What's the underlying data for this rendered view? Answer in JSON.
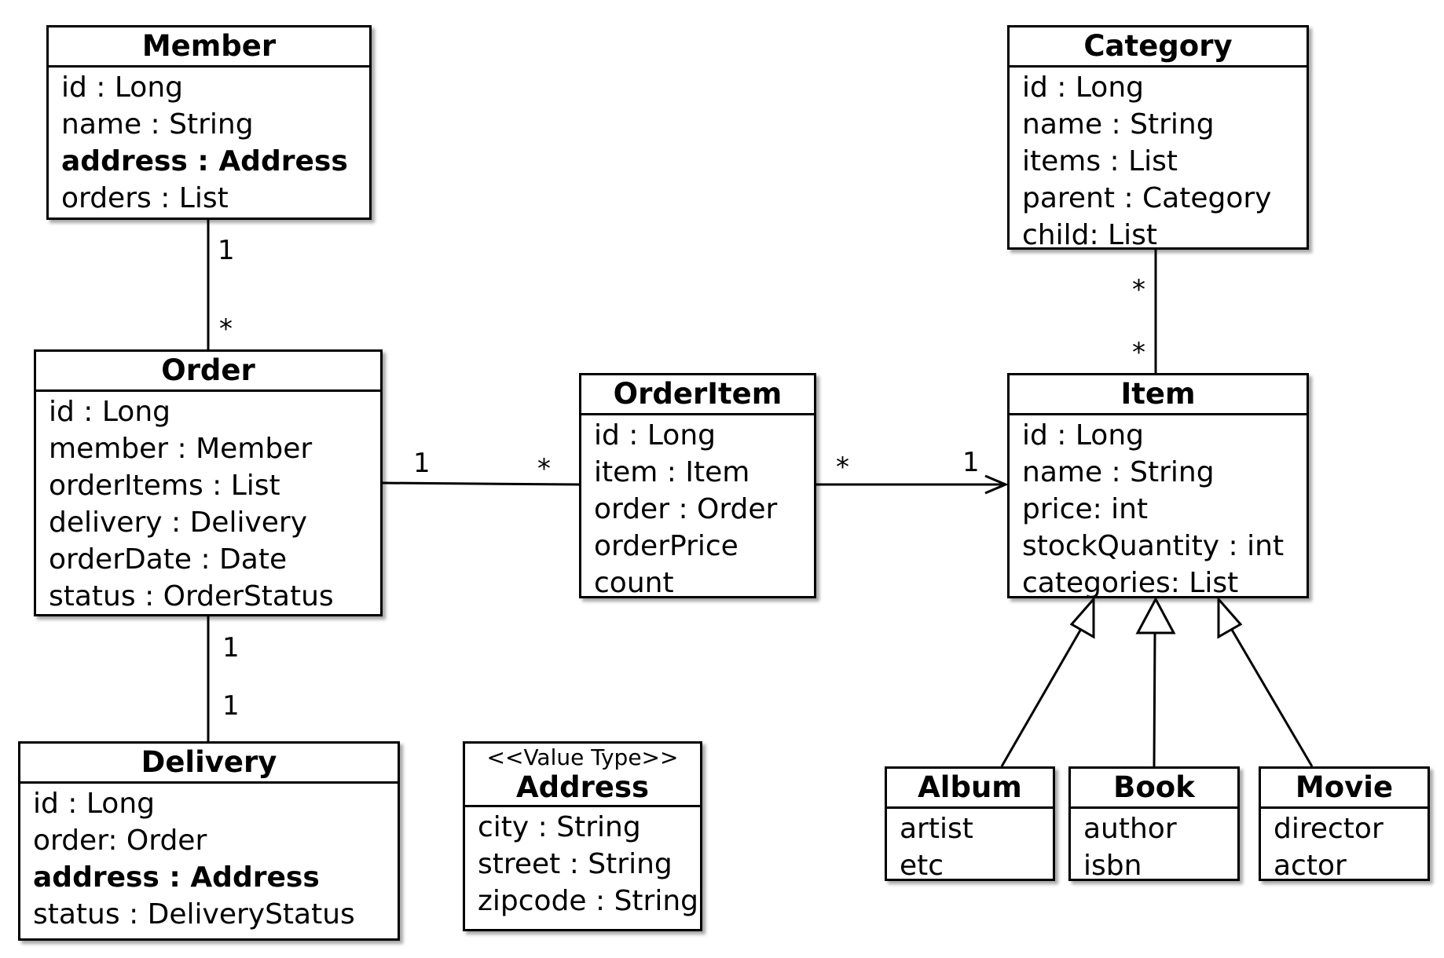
{
  "classes": {
    "member": {
      "name": "Member",
      "attrs": [
        "id : Long",
        "name : String",
        "address : Address",
        "orders : List"
      ]
    },
    "order": {
      "name": "Order",
      "attrs": [
        "id : Long",
        "member : Member",
        "orderItems : List",
        "delivery : Delivery",
        "orderDate : Date",
        "status : OrderStatus"
      ]
    },
    "delivery": {
      "name": "Delivery",
      "attrs": [
        "id : Long",
        "order: Order",
        "address : Address",
        "status : DeliveryStatus"
      ]
    },
    "address": {
      "stereotype": "<<Value Type>>",
      "name": "Address",
      "attrs": [
        "city : String",
        "street : String",
        "zipcode : String"
      ]
    },
    "orderitem": {
      "name": "OrderItem",
      "attrs": [
        "id : Long",
        "item : Item",
        "order : Order",
        "orderPrice",
        "count"
      ]
    },
    "category": {
      "name": "Category",
      "attrs": [
        "id : Long",
        "name : String",
        "items : List",
        "parent : Category",
        "child: List"
      ]
    },
    "item": {
      "name": "Item",
      "attrs": [
        "id : Long",
        "name : String",
        "price: int",
        "stockQuantity : int",
        "categories: List"
      ]
    },
    "album": {
      "name": "Album",
      "attrs": [
        "artist",
        "etc"
      ]
    },
    "book": {
      "name": "Book",
      "attrs": [
        "author",
        "isbn"
      ]
    },
    "movie": {
      "name": "Movie",
      "attrs": [
        "director",
        "actor"
      ]
    }
  },
  "multiplicities": {
    "member_order_member_end": "1",
    "member_order_order_end": "*",
    "order_orderitem_order_end": "1",
    "order_orderitem_orderitem_end": "*",
    "orderitem_item_orderitem_end": "*",
    "orderitem_item_item_end": "1",
    "category_item_category_end": "*",
    "category_item_item_end": "*",
    "order_delivery_order_end": "1",
    "order_delivery_delivery_end": "1"
  }
}
